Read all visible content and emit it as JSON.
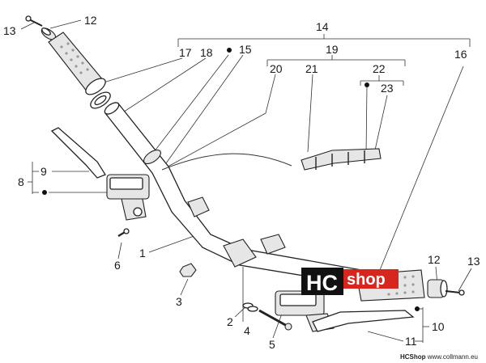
{
  "callouts": [
    {
      "id": "c13a",
      "text": "13"
    },
    {
      "id": "c12a",
      "text": "12"
    },
    {
      "id": "c14",
      "text": "14"
    },
    {
      "id": "c17",
      "text": "17"
    },
    {
      "id": "c18",
      "text": "18"
    },
    {
      "id": "c15",
      "text": "15"
    },
    {
      "id": "c19",
      "text": "19"
    },
    {
      "id": "c16",
      "text": "16"
    },
    {
      "id": "c20",
      "text": "20"
    },
    {
      "id": "c21",
      "text": "21"
    },
    {
      "id": "c22",
      "text": "22"
    },
    {
      "id": "c23",
      "text": "23"
    },
    {
      "id": "c9",
      "text": "9"
    },
    {
      "id": "c8",
      "text": "8"
    },
    {
      "id": "c6",
      "text": "6"
    },
    {
      "id": "c1",
      "text": "1"
    },
    {
      "id": "c3",
      "text": "3"
    },
    {
      "id": "c2",
      "text": "2"
    },
    {
      "id": "c4",
      "text": "4"
    },
    {
      "id": "c5",
      "text": "5"
    },
    {
      "id": "c12b",
      "text": "12"
    },
    {
      "id": "c13b",
      "text": "13"
    },
    {
      "id": "c10",
      "text": "10"
    },
    {
      "id": "c11",
      "text": "11"
    }
  ],
  "watermark": {
    "hc": "HC",
    "shop": "shop",
    "hc_color": "#ffffff",
    "hc_bg": "#111111",
    "shop_color": "#ffffff",
    "shop_bg": "#d7261e"
  },
  "footer": {
    "brand": "HCShop",
    "url": "www.collmann.eu"
  }
}
